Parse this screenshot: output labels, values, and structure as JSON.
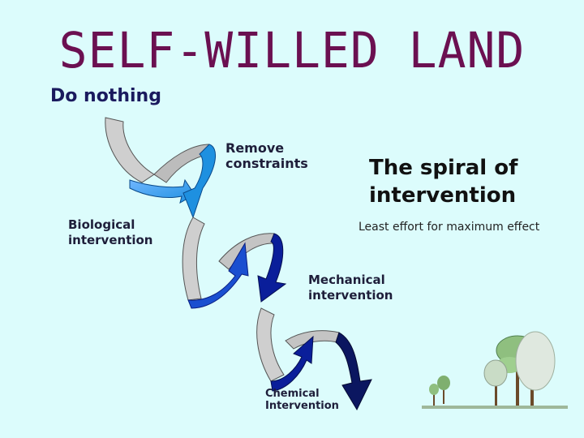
{
  "title": "SELF-WILLED LAND",
  "subtitle": "Do nothing",
  "stages": {
    "remove": "Remove constraints",
    "biological": "Biological intervention",
    "mechanical": "Mechanical intervention",
    "chemical": "Chemical Intervention"
  },
  "spiral_title": "The spiral of intervention",
  "tagline": "Least effort for maximum effect",
  "colors": {
    "title": "#6b1051",
    "background": "#dcfcfc",
    "ribbon_grey": "#c8c8c8",
    "arrow_light_blue": "#1e90e0",
    "arrow_mid_blue": "#1a4fd0",
    "arrow_dark_blue": "#0a1e9a",
    "arrow_navy": "#0b1660"
  }
}
